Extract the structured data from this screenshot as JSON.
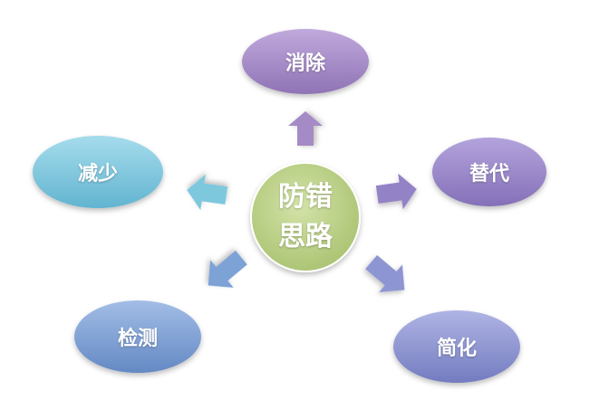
{
  "center": {
    "line1": "防错",
    "line2": "思路",
    "color": "#b9cf86"
  },
  "nodes": [
    {
      "id": "eliminate",
      "label": "消除",
      "color": "#a58bc6"
    },
    {
      "id": "replace",
      "label": "替代",
      "color": "#9a86c8"
    },
    {
      "id": "reduce",
      "label": "减少",
      "color": "#7ec8de"
    },
    {
      "id": "detect",
      "label": "检测",
      "color": "#7da2d6"
    },
    {
      "id": "simplify",
      "label": "简化",
      "color": "#8d95d2"
    }
  ]
}
